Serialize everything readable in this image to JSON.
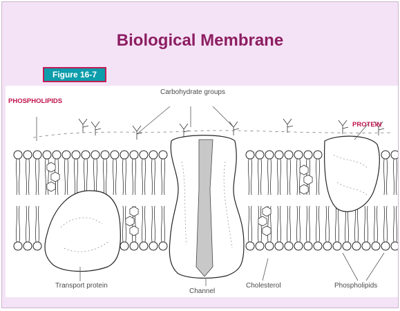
{
  "slide": {
    "title": "Biological Membrane",
    "figure_badge": "Figure 16-7"
  },
  "diagram": {
    "labels": {
      "phospholipids_top": "PHOSPHOLIPIDS",
      "protein_top": "PROTEIN",
      "carbohydrate_groups": "Carbohydrate groups",
      "transport_protein": "Transport protein",
      "channel": "Channel",
      "cholesterol": "Cholesterol",
      "phospholipids_bottom": "Phospholipids"
    }
  },
  "colors": {
    "title": "#8c1e62",
    "slide_background": "#f4e3f6",
    "badge_fill": "#0d9dab",
    "badge_border": "#c21d57",
    "red_label": "#c0124a",
    "channel_fill": "#c8c8c8"
  }
}
